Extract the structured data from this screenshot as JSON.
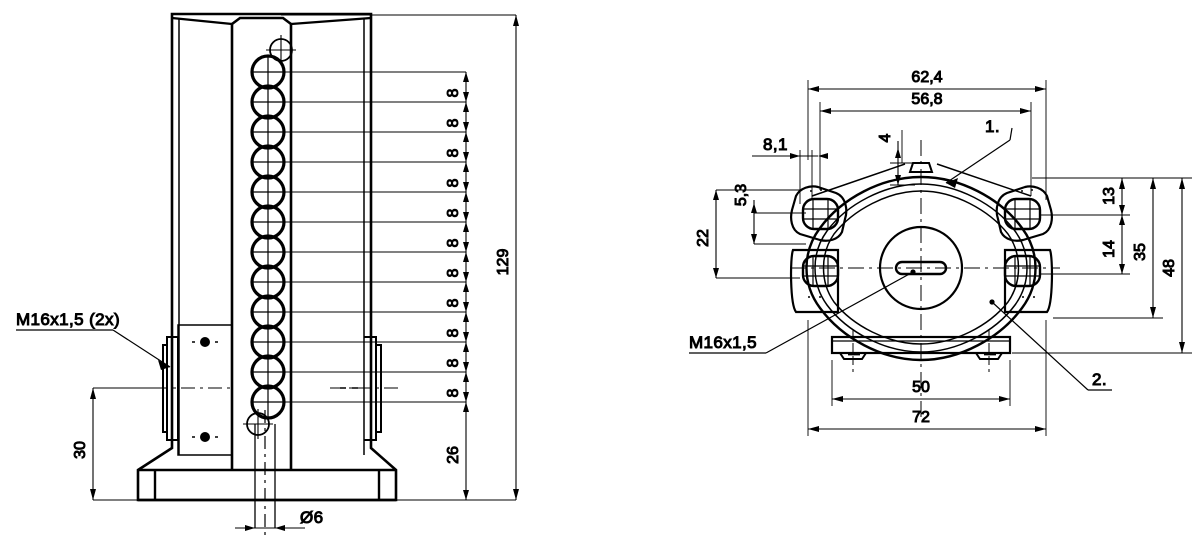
{
  "drawing": {
    "title": "Technical engineering drawing - two orthographic views",
    "line_color": "#000000",
    "background": "#ffffff",
    "views": [
      {
        "name": "front-section-view",
        "position": "left"
      },
      {
        "name": "top-plan-view",
        "position": "right"
      }
    ]
  },
  "left_view": {
    "notes": [
      {
        "id": "thread-note-left",
        "text": "M16x1,5 (2x)"
      }
    ],
    "dimensions": {
      "overall_height": "129",
      "base_height": "30",
      "lower_span": "26",
      "pitch_label": "8",
      "pitch_count": 11,
      "pitch_chain": [
        "8",
        "8",
        "8",
        "8",
        "8",
        "8",
        "8",
        "8",
        "8",
        "8",
        "8"
      ],
      "bore_diameter": "Ø6"
    }
  },
  "right_view": {
    "notes": [
      {
        "id": "thread-note-right",
        "text": "M16x1,5"
      },
      {
        "id": "leader-1",
        "text": "1."
      },
      {
        "id": "leader-2",
        "text": "2."
      }
    ],
    "dimensions": {
      "width_outer": "62,4",
      "width_inner": "56,8",
      "hole_offset_x": "8,1",
      "boss_height": "4",
      "height_left_outer": "22",
      "height_left_inner": "5,3",
      "height_right_top": "13",
      "height_right_mid": "14",
      "height_right_35": "35",
      "height_right_48": "48",
      "base_width_inner": "50",
      "base_width_outer": "72"
    }
  }
}
